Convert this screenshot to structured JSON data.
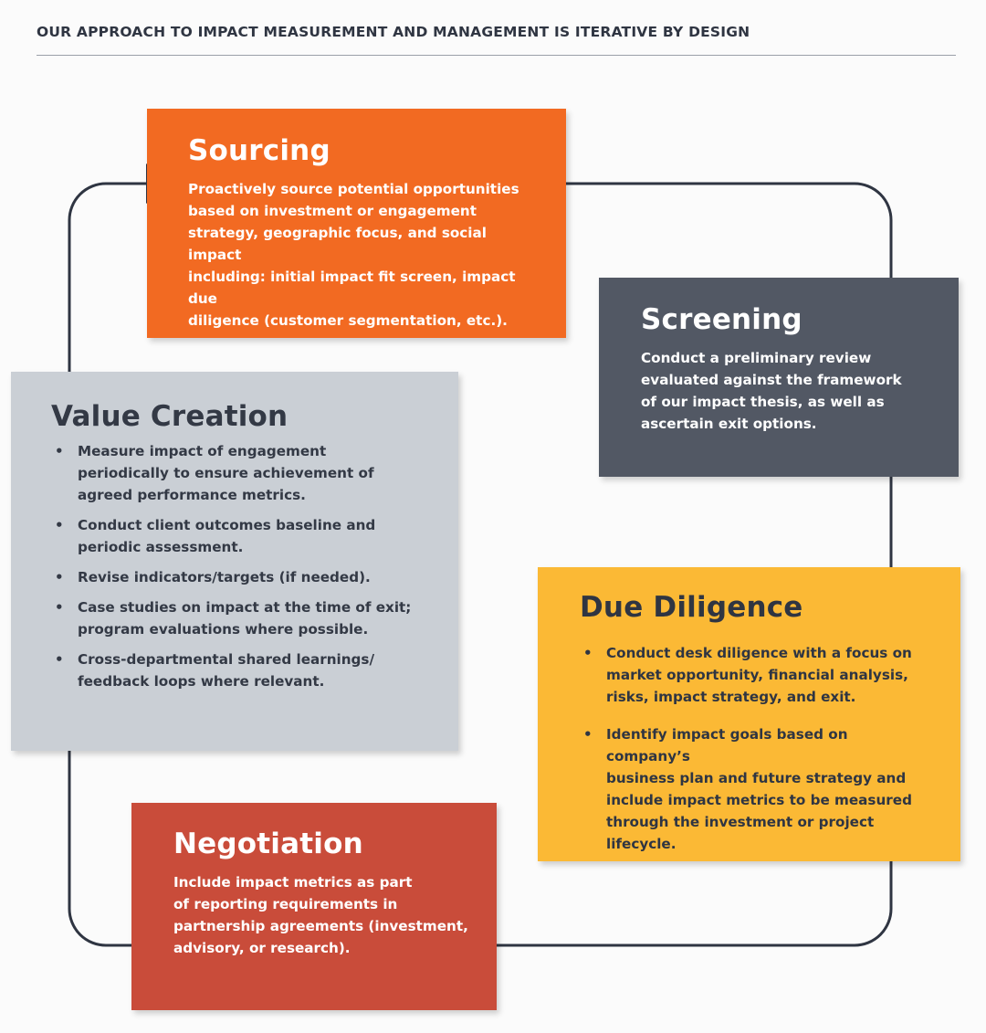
{
  "header": {
    "title": "OUR APPROACH TO IMPACT MEASUREMENT AND MANAGEMENT IS ITERATIVE BY DESIGN"
  },
  "colors": {
    "sourcing": "#f26a22",
    "screening": "#525864",
    "value_creation": "#cacfd5",
    "due_diligence": "#fbb935",
    "negotiation": "#c94c3a",
    "connector": "#2f3542"
  },
  "stages": {
    "sourcing": {
      "title": "Sourcing",
      "lines": [
        "Proactively source potential opportunities",
        "based on investment or engagement",
        "strategy, geographic focus, and social impact",
        "including: initial impact fit screen, impact due",
        "diligence (customer segmentation, etc.)."
      ]
    },
    "screening": {
      "title": "Screening",
      "lines": [
        "Conduct a preliminary review",
        "evaluated against the framework",
        "of our impact thesis, as well as",
        "ascertain exit options."
      ]
    },
    "value_creation": {
      "title": "Value Creation",
      "bullets": [
        [
          "Measure impact of engagement",
          "periodically to ensure achievement of",
          "agreed performance metrics."
        ],
        [
          "Conduct client outcomes baseline and",
          "periodic assessment."
        ],
        [
          "Revise indicators/targets (if needed)."
        ],
        [
          "Case studies on impact at the time of exit;",
          "program evaluations where possible."
        ],
        [
          "Cross-departmental shared learnings/",
          "feedback loops where relevant."
        ]
      ]
    },
    "due_diligence": {
      "title": "Due Diligence",
      "bullets": [
        [
          "Conduct desk diligence with a focus on",
          "market opportunity, financial analysis,",
          "risks, impact strategy, and exit."
        ],
        [
          "Identify impact goals based on company’s",
          "business plan and future strategy and",
          "include impact metrics to be measured",
          "through the investment or project lifecycle."
        ]
      ]
    },
    "negotiation": {
      "title": "Negotiation",
      "lines": [
        "Include impact metrics as part",
        "of reporting requirements in",
        "partnership agreements (investment,",
        "advisory, or research)."
      ]
    }
  }
}
